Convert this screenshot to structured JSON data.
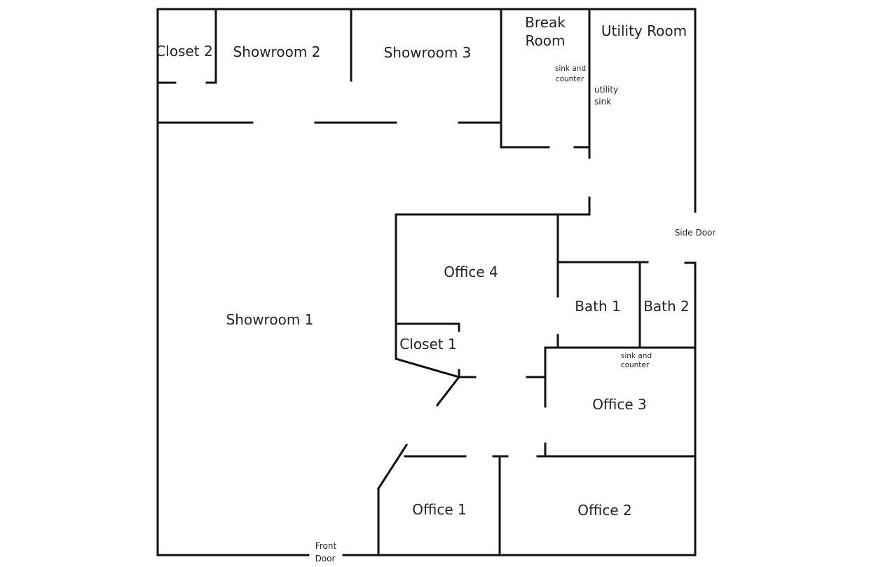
{
  "rooms": {
    "closet2": "Closet 2",
    "showroom2": "Showroom 2",
    "showroom3": "Showroom 3",
    "break_room": [
      "Break",
      "Room"
    ],
    "utility_room": "Utility Room",
    "showroom1": "Showroom 1",
    "office4": "Office 4",
    "closet1": "Closet 1",
    "bath1": "Bath 1",
    "bath2": "Bath 2",
    "office3": "Office 3",
    "office1": "Office 1",
    "office2": "Office 2"
  },
  "fixtures": {
    "break_sink": [
      "sink and",
      "counter"
    ],
    "utility_sink": [
      "utility",
      "sink"
    ],
    "bath_sink": [
      "sink and",
      "counter"
    ]
  },
  "doors": {
    "side_door": "Side Door",
    "front_door": [
      "Front",
      "Door"
    ]
  }
}
